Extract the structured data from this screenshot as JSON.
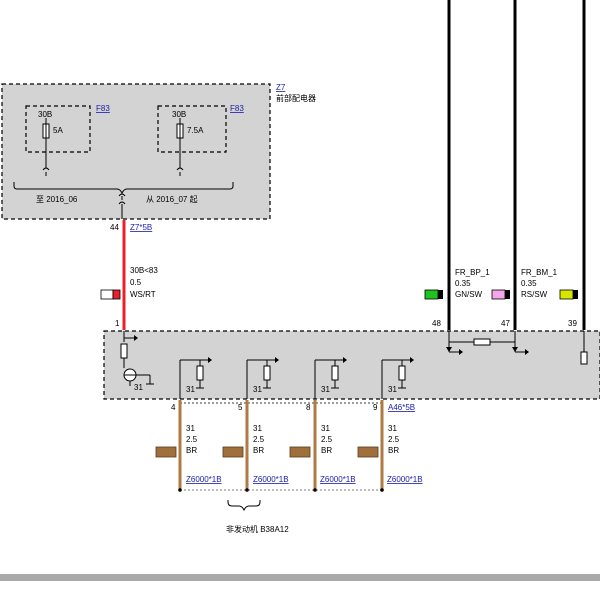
{
  "module": {
    "ref": "Z7",
    "name": "前部配电器"
  },
  "fuses": [
    {
      "circuit": "30B",
      "rating": "5A",
      "ref": "F83",
      "note": "至 2016_06"
    },
    {
      "circuit": "30B",
      "rating": "7.5A",
      "ref": "F83",
      "note": "从 2016_07 起"
    }
  ],
  "wire_main": {
    "pin_from": "44",
    "connector": "Z7*5B",
    "label": "30B<83",
    "gauge": "0.5",
    "color": "WS/RT",
    "pin_to": "1"
  },
  "wire_bp": {
    "name": "FR_BP_1",
    "gauge": "0.35",
    "color": "GN/SW",
    "pin": "48"
  },
  "wire_bm": {
    "name": "FR_BM_1",
    "gauge": "0.35",
    "color": "RS/SW",
    "pin": "39"
  },
  "pin_47": "47",
  "ground_label": "31",
  "lower_connector": "A46*5B",
  "ground_wires": [
    {
      "pin": "4",
      "label": "31",
      "gauge": "2.5",
      "color": "BR",
      "splice": "Z6000*1B"
    },
    {
      "pin": "5",
      "label": "31",
      "gauge": "2.5",
      "color": "BR",
      "splice": "Z6000*1B"
    },
    {
      "pin": "8",
      "label": "31",
      "gauge": "2.5",
      "color": "BR",
      "splice": "Z6000*1B"
    },
    {
      "pin": "9",
      "label": "31",
      "gauge": "2.5",
      "color": "BR",
      "splice": "Z6000*1B"
    }
  ],
  "engine_note": "非发动机 B38A12",
  "colors": {
    "box_fill": "#d3d3d3",
    "wire_red": "#e8202a",
    "wire_brown": "#b07a45",
    "link": "#1a1aaa"
  }
}
